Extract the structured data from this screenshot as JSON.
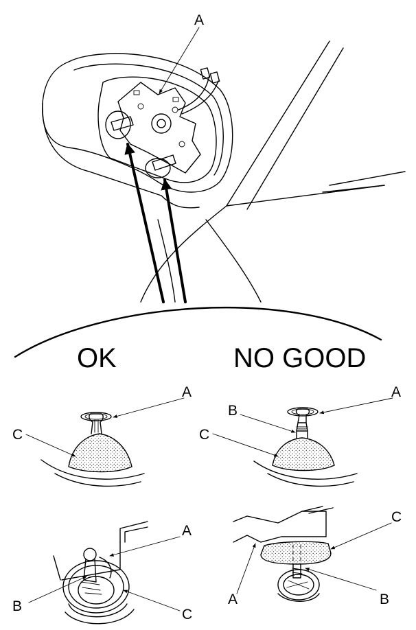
{
  "headings": {
    "ok": "OK",
    "no_good": "NO GOOD"
  },
  "callouts": {
    "top_a": "A",
    "ok_top_a": "A",
    "ok_top_c": "C",
    "ng_top_a": "A",
    "ng_top_b": "B",
    "ng_top_c": "C",
    "ok_bot_a": "A",
    "ok_bot_b": "B",
    "ok_bot_c": "C",
    "ng_bot_a": "A",
    "ng_bot_b": "B",
    "ng_bot_c": "C"
  }
}
